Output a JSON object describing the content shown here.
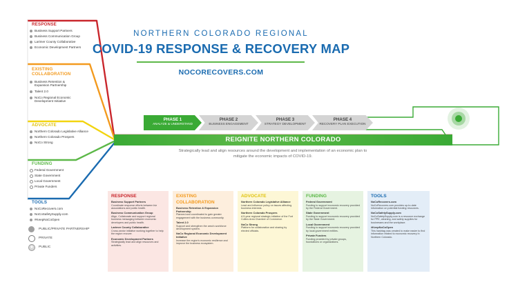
{
  "header": {
    "region": "NORTHERN COLORADO REGIONAL",
    "title": "COVID-19 RESPONSE & RECOVERY MAP",
    "website": "NOCORECOVERS.COM"
  },
  "colors": {
    "response": "#c9262c",
    "existing": "#f39a1e",
    "advocate": "#f2d40f",
    "funding": "#5cb848",
    "tools": "#1a6bb0",
    "phase_active": "#3aaa35",
    "phase_inactive": "#d4d4d4"
  },
  "sidebar": {
    "response": {
      "heading": "RESPONSE",
      "items": [
        "Business Support Partners",
        "Business Communication Group",
        "Larimer County Collaborative",
        "Economic Development Partners"
      ]
    },
    "existing": {
      "heading": "EXISTING COLLABORATION",
      "items": [
        "Business Retention & Expansion Partnership",
        "Talent 2.0",
        "NoCo Regional Economic Development Initiative"
      ]
    },
    "advocate": {
      "heading": "ADVOCATE",
      "items": [
        "Northern Colorado Legislative Alliance",
        "Northern Colorado Prospers",
        "NoCo Strong"
      ]
    },
    "funding": {
      "heading": "FUNDING",
      "items": [
        "Federal Government",
        "State Government",
        "Local Government",
        "Private Funders"
      ]
    },
    "tools": {
      "heading": "TOOLS",
      "items": [
        "NoCoRecovers.com",
        "NoCoSafetySupply.com",
        "#KeepNoCoOpen"
      ]
    }
  },
  "legend": {
    "public_private": "PUBLIC/PRIVATE PARTNERSHIP",
    "private": "PRIVATE",
    "public": "PUBLIC"
  },
  "phases": [
    {
      "title": "PHASE 1",
      "subtitle": "ANALYZE & UNDERSTAND"
    },
    {
      "title": "PHASE 2",
      "subtitle": "BUSINESS ENGAGEMENT"
    },
    {
      "title": "PHASE 3",
      "subtitle": "STRATEGY DEVELOPMENT"
    },
    {
      "title": "PHASE 4",
      "subtitle": "RECOVERY PLAN EXECUTION"
    }
  ],
  "banner": "REIGNITE NORTHERN COLORADO",
  "description": "Strategically lead and align resources around the development and implementation of an economic plan to mitigate the economic impacts of COVID-19.",
  "boxes": {
    "response": {
      "heading": "RESPONSE",
      "items": [
        {
          "name": "Business Support Partners",
          "desc": "Coordinate response efforts between biz associations and public health."
        },
        {
          "name": "Business Communication Group",
          "desc": "Align, Collaborate and support regional business messaging between economic developers and public health."
        },
        {
          "name": "Larimer County Collaborative",
          "desc": "Cross-sector initiative working together to help the region recover."
        },
        {
          "name": "Economic Development Partners",
          "desc": "Strategically lead and align resources and activities."
        }
      ]
    },
    "existing": {
      "heading": "EXISTING COLLABORATION",
      "items": [
        {
          "name": "Business Retention & Expansion Partnership",
          "desc": "Planned and coordinated to gain greater engagement with the business community."
        },
        {
          "name": "Talent 2.0",
          "desc": "Support and strengthen the area's workforce development system."
        },
        {
          "name": "NoCo Regional Economic Development Initiative",
          "desc": "Increase the region's economic resilience and improve the business ecosystem."
        }
      ]
    },
    "advocate": {
      "heading": "ADVOCATE",
      "items": [
        {
          "name": "Northern Colorado Legislative Alliance",
          "desc": "Lead and influence policy on issues affecting business interests."
        },
        {
          "name": "Northern Colorado Prospers",
          "desc": "A 5-year regional strategic initiative of the Fort Collins Area Chamber of Commerce."
        },
        {
          "name": "NoCo Strong",
          "desc": "Platform for collaboration and sharing by elected officials."
        }
      ]
    },
    "funding": {
      "heading": "FUNDING",
      "items": [
        {
          "name": "Federal Government",
          "desc": "Funding to support economic recovery provided by the Federal Government."
        },
        {
          "name": "State Government",
          "desc": "Funding to support economic recovery provided by the State Government."
        },
        {
          "name": "Local Government",
          "desc": "Funding to support economic recovery provided by local government entities."
        },
        {
          "name": "Private Funders",
          "desc": "Funding provided by private groups, foundations or organizations."
        }
      ]
    },
    "tools": {
      "heading": "TOOLS",
      "items": [
        {
          "name": "NoCoRecovers.com",
          "desc": "NoCoRecovers.com provides up-to-date information on potential funding resources."
        },
        {
          "name": "NoCoSafetySupply.com",
          "desc": "NoCoSafetySupply.com is a resource exchange for PPE, cleaning, and safety supplies for businesses and the workplace."
        },
        {
          "name": "#KeepNoCoOpen",
          "desc": "This hashtag was created to make easier to find information related to economic recovery in Northern Colorado."
        }
      ]
    }
  }
}
